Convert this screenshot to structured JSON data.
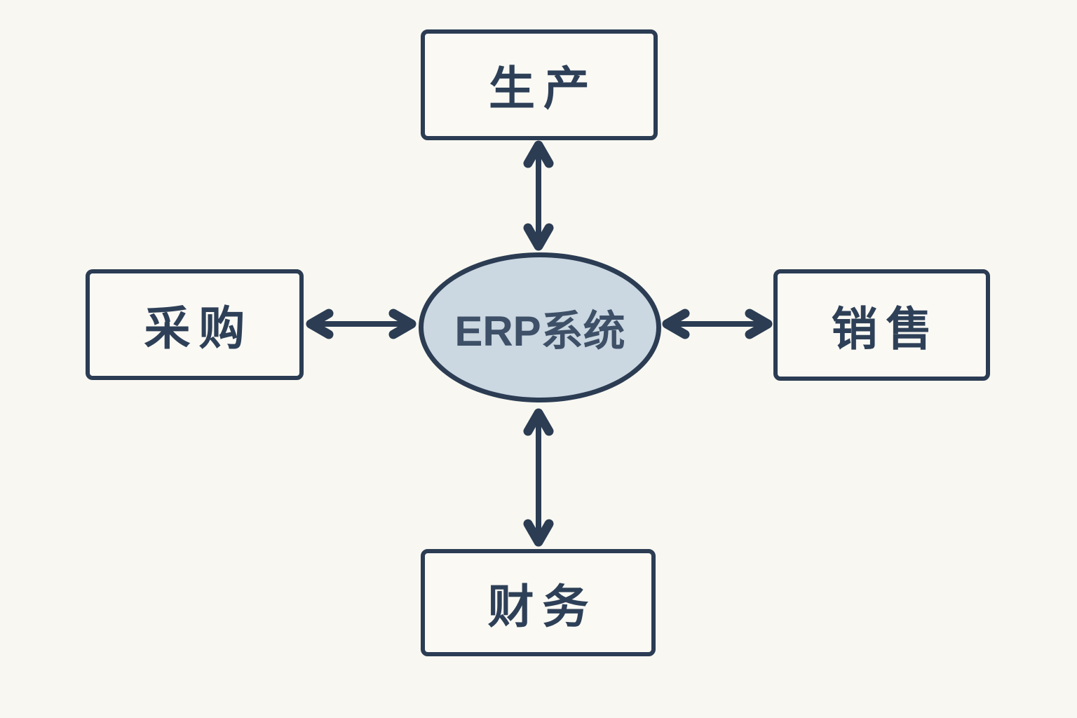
{
  "diagram": {
    "center": {
      "label": "ERP系统"
    },
    "nodes": [
      {
        "id": "production",
        "label": "生产",
        "position": "top"
      },
      {
        "id": "procurement",
        "label": "采购",
        "position": "left"
      },
      {
        "id": "sales",
        "label": "销售",
        "position": "right"
      },
      {
        "id": "finance",
        "label": "财务",
        "position": "bottom"
      }
    ],
    "connections": [
      {
        "from": "erp-system",
        "to": "production",
        "style": "double-headed-arrow"
      },
      {
        "from": "erp-system",
        "to": "procurement",
        "style": "double-headed-arrow"
      },
      {
        "from": "erp-system",
        "to": "sales",
        "style": "double-headed-arrow"
      },
      {
        "from": "erp-system",
        "to": "finance",
        "style": "double-headed-arrow"
      }
    ],
    "colors": {
      "background": "#f8f7f1",
      "node_fill": "#faf9f4",
      "stroke": "#2b3c53",
      "ellipse_fill": "#cbd7e1",
      "box_text": "#2e4057",
      "ellipse_text": "#3e5067"
    }
  }
}
